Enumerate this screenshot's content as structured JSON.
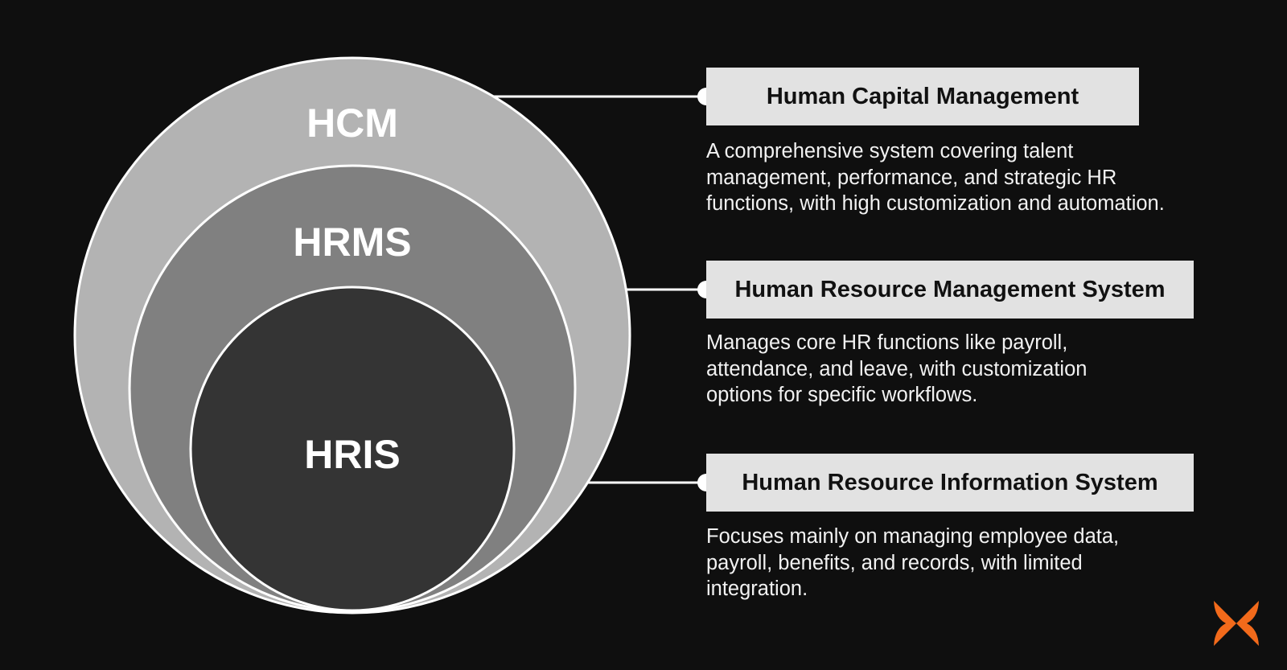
{
  "rings": [
    {
      "label": "HCM",
      "fill": "#b3b3b3"
    },
    {
      "label": "HRMS",
      "fill": "#808080"
    },
    {
      "label": "HRIS",
      "fill": "#343434"
    }
  ],
  "cards": [
    {
      "title": "Human Capital Management",
      "description": "A comprehensive system covering talent management, performance, and strategic HR functions, with high customization and automation."
    },
    {
      "title": "Human Resource Management System",
      "description": "Manages core HR functions like payroll, attendance, and leave, with customization options for specific workflows."
    },
    {
      "title": "Human Resource Information System",
      "description": "Focuses mainly on managing employee data, payroll, benefits, and records, with limited integration."
    }
  ],
  "colors": {
    "background": "#0f0f0f",
    "card_background": "#e2e2e2",
    "ring_stroke": "#ffffff",
    "brand_accent": "#f26a1b"
  },
  "logo": {
    "icon": "butterfly-logo-icon"
  }
}
